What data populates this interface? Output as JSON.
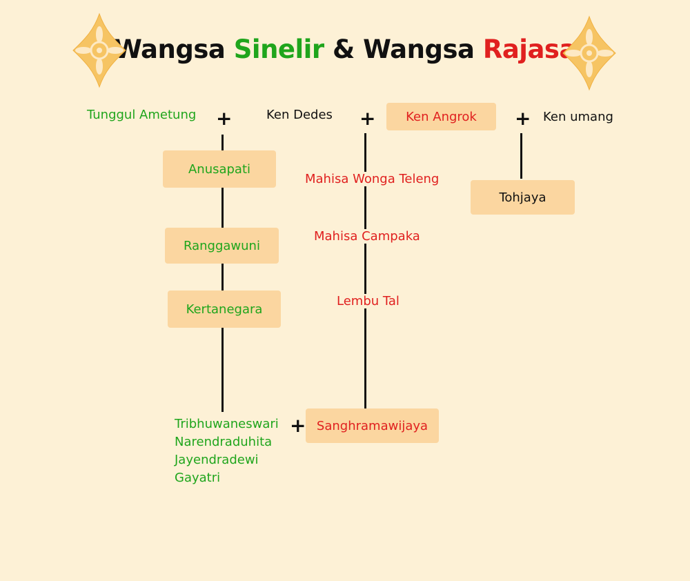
{
  "title": {
    "part1": "Wangsa ",
    "part2": "Sinelir",
    "part3": " & Wangsa ",
    "part4": "Rajasa"
  },
  "colors": {
    "sinelir": "#1fa51c",
    "rajasa": "#e0201f",
    "box": "#fbd6a0",
    "background": "#fdf1d6"
  },
  "ancestors": {
    "tunggul_ametung": "Tunggul Ametung",
    "ken_dedes": "Ken Dedes",
    "ken_angrok": "Ken Angrok",
    "ken_umang": "Ken umang",
    "plus": "+"
  },
  "sinelir_line": [
    "Anusapati",
    "Ranggawuni",
    "Kertanegara"
  ],
  "rajasa_line": [
    "Mahisa Wonga Teleng",
    "Mahisa Campaka",
    "Lembu Tal"
  ],
  "umang_line": [
    "Tohjaya"
  ],
  "union": {
    "wife_names": [
      "Tribhuwaneswari",
      "Narendraduhita",
      "Jayendradewi",
      "Gayatri"
    ],
    "husband": "Sanghramawijaya"
  },
  "icons": {
    "ornament": "lotus-ornament-icon"
  }
}
